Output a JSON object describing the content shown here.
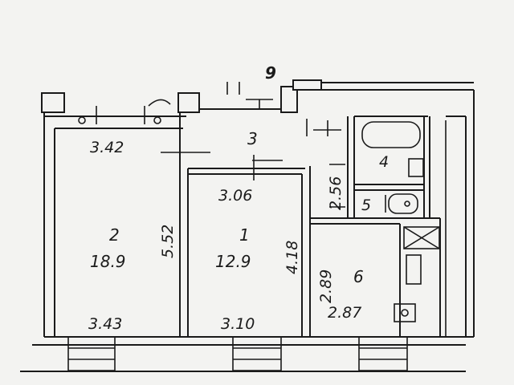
{
  "entrance_number": "9",
  "rooms": [
    {
      "id": "room-2",
      "number": "2",
      "area": "18.9",
      "height_dim": "5.52",
      "top_dim": "3.42",
      "bottom_dim": "3.43"
    },
    {
      "id": "room-1",
      "number": "1",
      "area": "12.9",
      "height_dim": "4.18",
      "top_dim": "3.06",
      "bottom_dim": "3.10"
    },
    {
      "id": "room-3",
      "number": "3",
      "side_dim": "2.56"
    },
    {
      "id": "room-4",
      "number": "4"
    },
    {
      "id": "room-5",
      "number": "5"
    },
    {
      "id": "room-6",
      "number": "6",
      "height_dim": "2.89",
      "bottom_dim": "2.87"
    }
  ]
}
